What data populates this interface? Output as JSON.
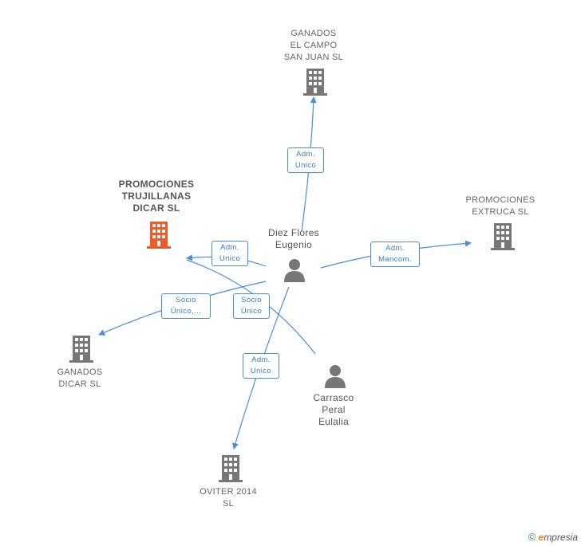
{
  "nodes": [
    {
      "id": "ganados_campo",
      "kind": "company",
      "lines": [
        "GANADOS",
        "EL CAMPO",
        "SAN JUAN SL"
      ]
    },
    {
      "id": "promociones_trujillanas",
      "kind": "company-focus",
      "lines": [
        "PROMOCIONES",
        "TRUJILLANAS",
        "DICAR SL"
      ]
    },
    {
      "id": "promociones_extruca",
      "kind": "company",
      "lines": [
        "PROMOCIONES",
        "EXTRUCA SL"
      ]
    },
    {
      "id": "diez_flores",
      "kind": "person",
      "lines": [
        "Diez Flores",
        "Eugenio"
      ]
    },
    {
      "id": "ganados_dicar",
      "kind": "company",
      "lines": [
        "GANADOS",
        "DICAR  SL"
      ]
    },
    {
      "id": "carrasco",
      "kind": "person",
      "lines": [
        "Carrasco",
        "Peral",
        "Eulalia"
      ]
    },
    {
      "id": "oviter",
      "kind": "company",
      "lines": [
        "OVITER 2014",
        "SL"
      ]
    }
  ],
  "edges": [
    {
      "id": "e1",
      "label": [
        "Adm.",
        "Unico"
      ]
    },
    {
      "id": "e2",
      "label": [
        "Adm.",
        "Unico"
      ]
    },
    {
      "id": "e3",
      "label": [
        "Adm.",
        "Mancom."
      ]
    },
    {
      "id": "e4",
      "label": [
        "Socio",
        "Único,..."
      ]
    },
    {
      "id": "e5",
      "label": [
        "Socio",
        "Único"
      ]
    },
    {
      "id": "e6",
      "label": [
        "Adm.",
        "Unico"
      ]
    }
  ],
  "footer": {
    "copyright": "©",
    "brand_first": "e",
    "brand_rest": "mpresia"
  },
  "colors": {
    "edge": "#4a8fd8",
    "company": "#777777",
    "focus": "#f05a28",
    "person": "#777777"
  }
}
